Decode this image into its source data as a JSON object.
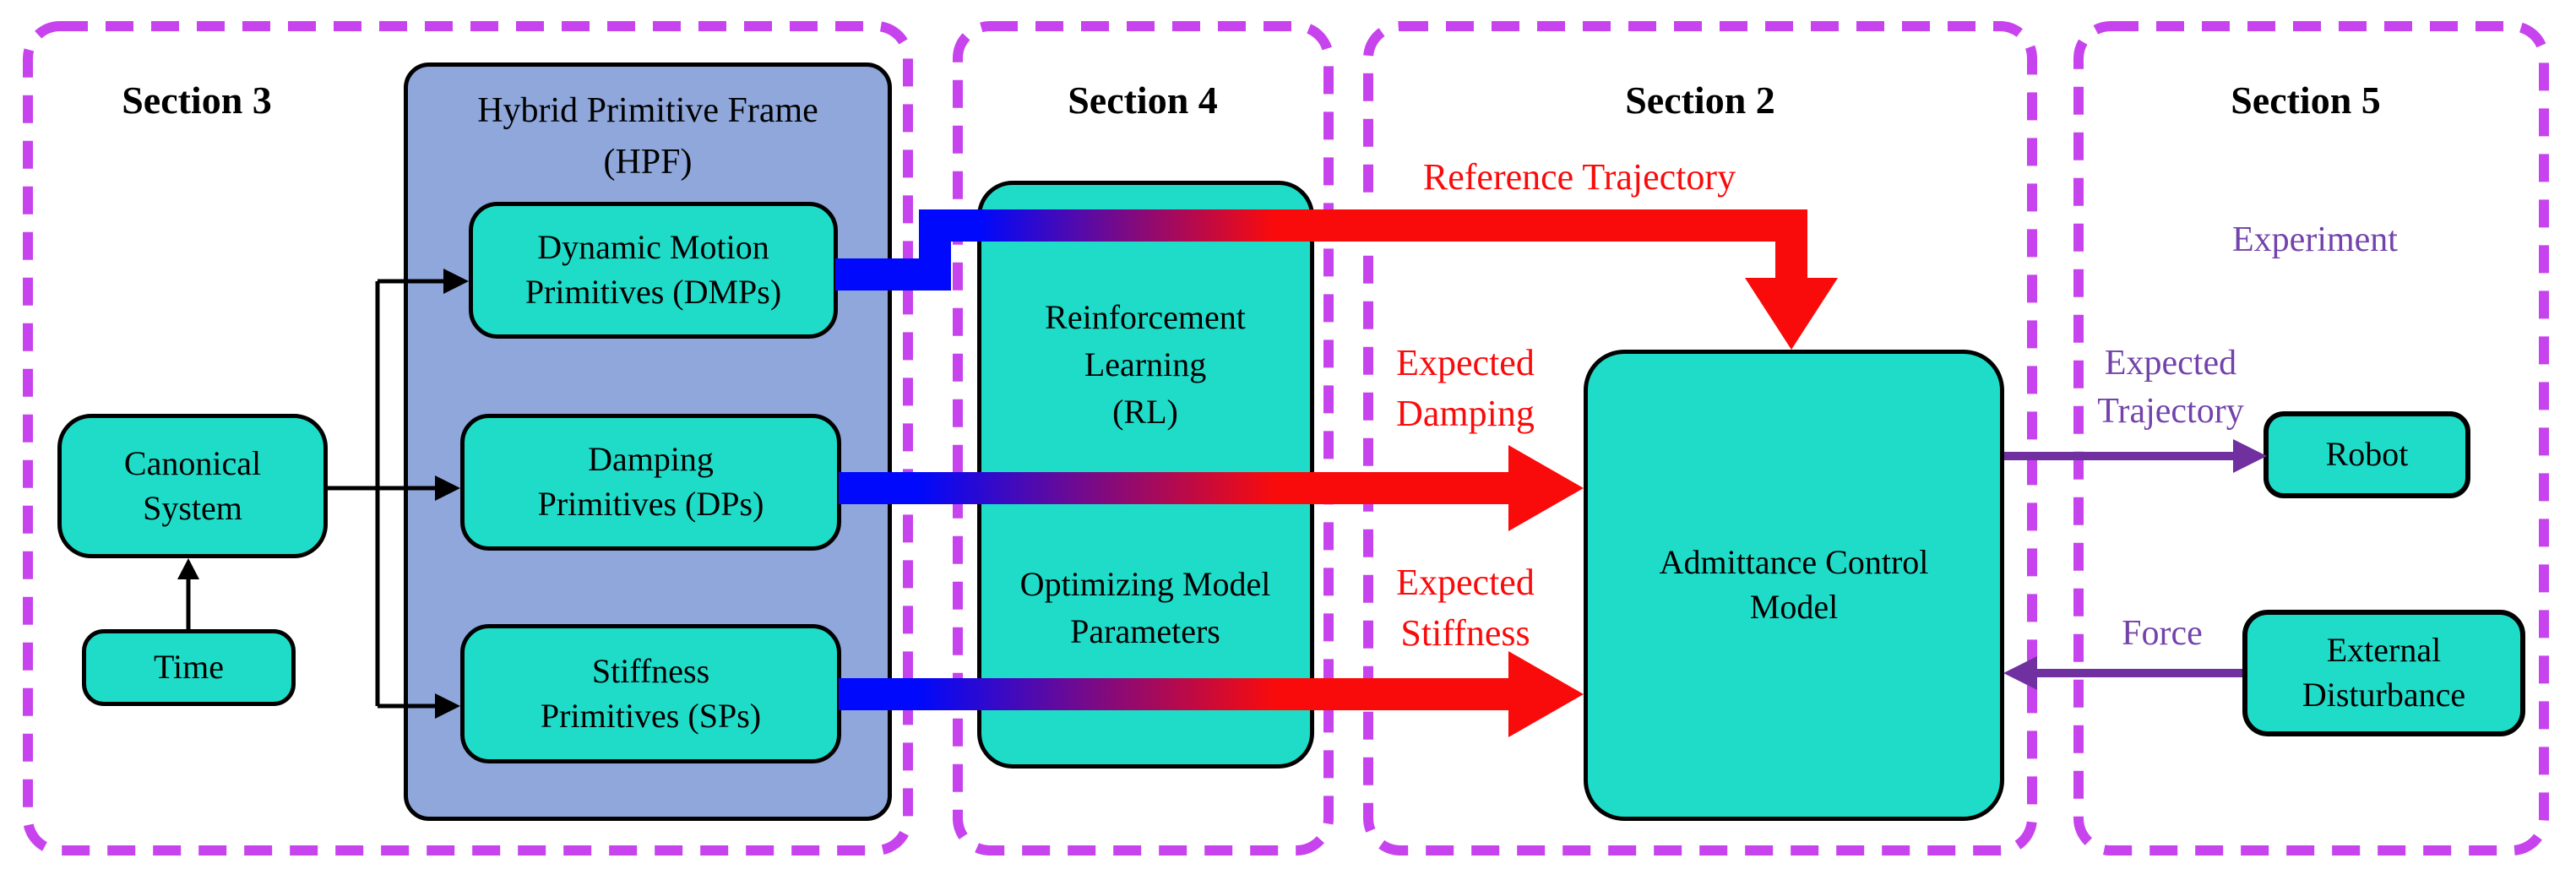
{
  "sections": [
    {
      "label": "Section 3"
    },
    {
      "label": "Section 4"
    },
    {
      "label": "Section 2"
    },
    {
      "label": "Section 5"
    }
  ],
  "boxes": {
    "hpf_line1": "Hybrid Primitive Frame",
    "hpf_line2": "(HPF)",
    "dmps_line1": "Dynamic Motion",
    "dmps_line2": "Primitives (DMPs)",
    "dps_line1": "Damping",
    "dps_line2": "Primitives (DPs)",
    "sps_line1": "Stiffness",
    "sps_line2": "Primitives (SPs)",
    "canonical_line1": "Canonical",
    "canonical_line2": "System",
    "time_label": "Time",
    "rl_line1": "Reinforcement",
    "rl_line2": "Learning",
    "rl_line3": "(RL)",
    "rl_line4": "Optimizing Model",
    "rl_line5": "Parameters",
    "admittance_line1": "Admittance Control",
    "admittance_line2": "Model",
    "robot_label": "Robot",
    "external_line1": "External",
    "external_line2": "Disturbance"
  },
  "arrow_labels": {
    "reference_trajectory": "Reference Trajectory",
    "expected_damping_line1": "Expected",
    "expected_damping_line2": "Damping",
    "expected_stiffness_line1": "Expected",
    "expected_stiffness_line2": "Stiffness",
    "experiment": "Experiment",
    "expected_trajectory_line1": "Expected",
    "expected_trajectory_line2": "Trajectory",
    "force": "Force"
  },
  "colors": {
    "section_border": "#C743EE",
    "node_fill": "#1FDCC9",
    "hpf_fill": "#8FA7DB",
    "arrow_blue": "#0009FB",
    "arrow_red": "#FA0B0B",
    "arrow_purple": "#7030A0",
    "label_red": "#FA0B0B",
    "label_purple": "#7343AB",
    "outline": "#000000"
  }
}
